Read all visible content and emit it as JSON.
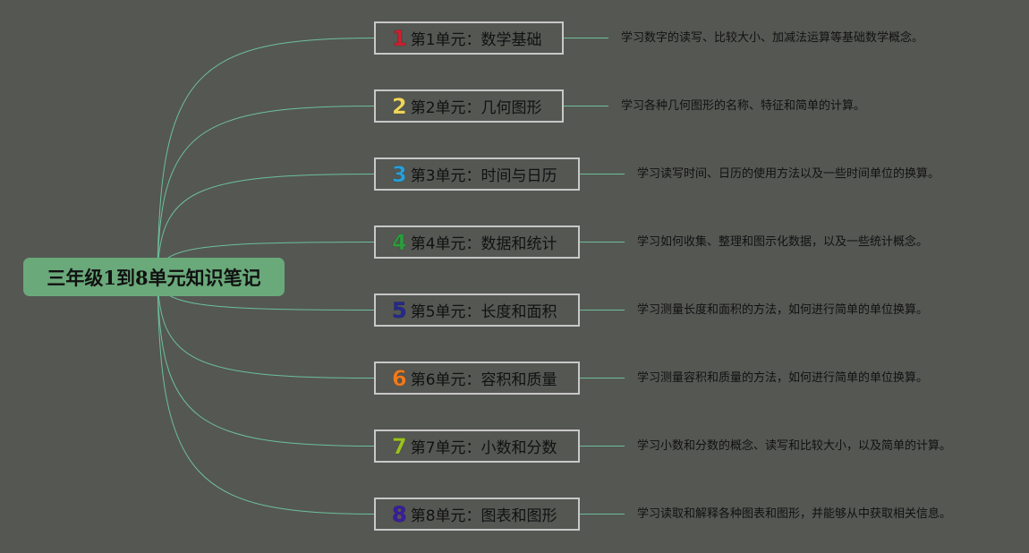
{
  "root": {
    "title": "三年级1到8单元知识笔记"
  },
  "colors": {
    "background": "#555753",
    "root_fill": "#6aa97a",
    "connector": "#6cc09a",
    "node_border": "#c8c8c8"
  },
  "units": [
    {
      "number": "1",
      "number_color": "#cc1f2e",
      "label": "第1单元：数学基础",
      "description": "学习数字的读写、比较大小、加减法运算等基础数学概念。"
    },
    {
      "number": "2",
      "number_color": "#f1d75a",
      "label": "第2单元：几何图形",
      "description": "学习各种几何图形的名称、特征和简单的计算。"
    },
    {
      "number": "3",
      "number_color": "#2a9fd6",
      "label": "第3单元：时间与日历",
      "description": "学习读写时间、日历的使用方法以及一些时间单位的换算。"
    },
    {
      "number": "4",
      "number_color": "#2e9a3e",
      "label": "第4单元：数据和统计",
      "description": "学习如何收集、整理和图示化数据，以及一些统计概念。"
    },
    {
      "number": "5",
      "number_color": "#252a8c",
      "label": "第5单元：长度和面积",
      "description": "学习测量长度和面积的方法，如何进行简单的单位换算。"
    },
    {
      "number": "6",
      "number_color": "#f07a1c",
      "label": "第6单元：容积和质量",
      "description": "学习测量容积和质量的方法，如何进行简单的单位换算。"
    },
    {
      "number": "7",
      "number_color": "#9bc21f",
      "label": "第7单元：小数和分数",
      "description": "学习小数和分数的概念、读写和比较大小，以及简单的计算。"
    },
    {
      "number": "8",
      "number_color": "#3a1e9e",
      "label": "第8单元：图表和图形",
      "description": "学习读取和解释各种图表和图形，并能够从中获取相关信息。"
    }
  ]
}
